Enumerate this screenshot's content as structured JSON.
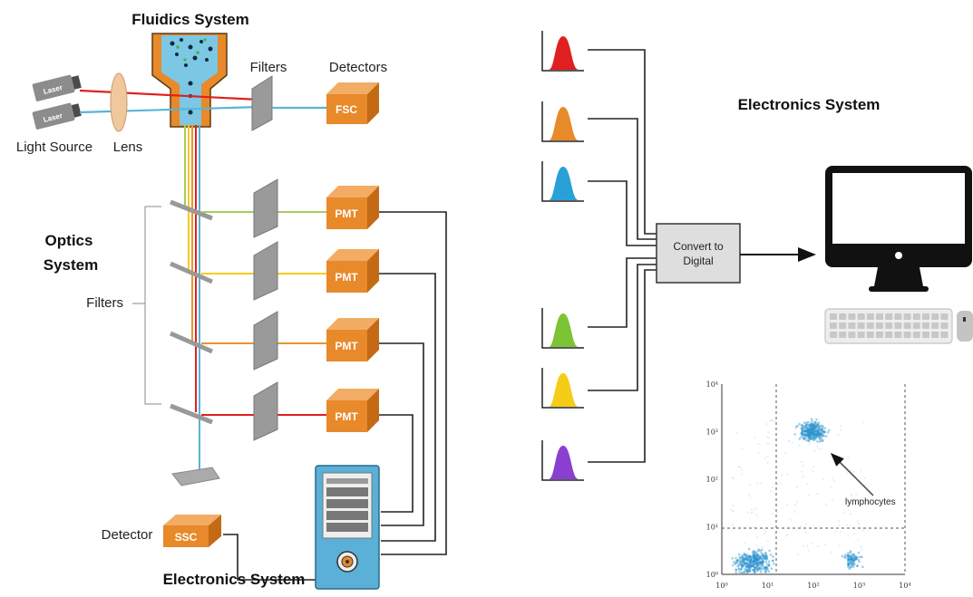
{
  "titles": {
    "fluidics": "Fluidics System",
    "electronics_right": "Electronics System",
    "electronics_bottom": "Electronics System",
    "optics_line1": "Optics",
    "optics_line2": "System"
  },
  "labels": {
    "light_source": "Light Source",
    "lens": "Lens",
    "filters_top": "Filters",
    "detectors": "Detectors",
    "filters_side": "Filters",
    "detector_bottom": "Detector",
    "laser": "Laser"
  },
  "boxes": {
    "fsc": "FSC",
    "ssc": "SSC",
    "pmt": "PMT",
    "convert_line1": "Convert to",
    "convert_line2": "Digital"
  },
  "colors": {
    "red": "#e02020",
    "blue": "#5ab4d8",
    "green": "#a8cc5a",
    "yellow": "#f5cc18",
    "orange": "#e8962e",
    "purple": "#8b3fd0",
    "box_orange": "#e8892a",
    "filter_gray": "#9a9a9a"
  },
  "chart_data": {
    "type": "scatter",
    "annotation": "lymphocytes",
    "x_ticks": [
      "10⁰",
      "10¹",
      "10²",
      "10³",
      "10⁴"
    ],
    "y_ticks": [
      "10⁰",
      "10¹",
      "10²",
      "10³",
      "10⁴"
    ],
    "x_scale": "log",
    "y_scale": "log",
    "xlim": [
      1,
      10000
    ],
    "ylim": [
      1,
      10000
    ],
    "clusters": [
      {
        "x": 100,
        "y": 1000
      },
      {
        "x": 5,
        "y": 1.8
      },
      {
        "x": 700,
        "y": 2
      }
    ]
  }
}
